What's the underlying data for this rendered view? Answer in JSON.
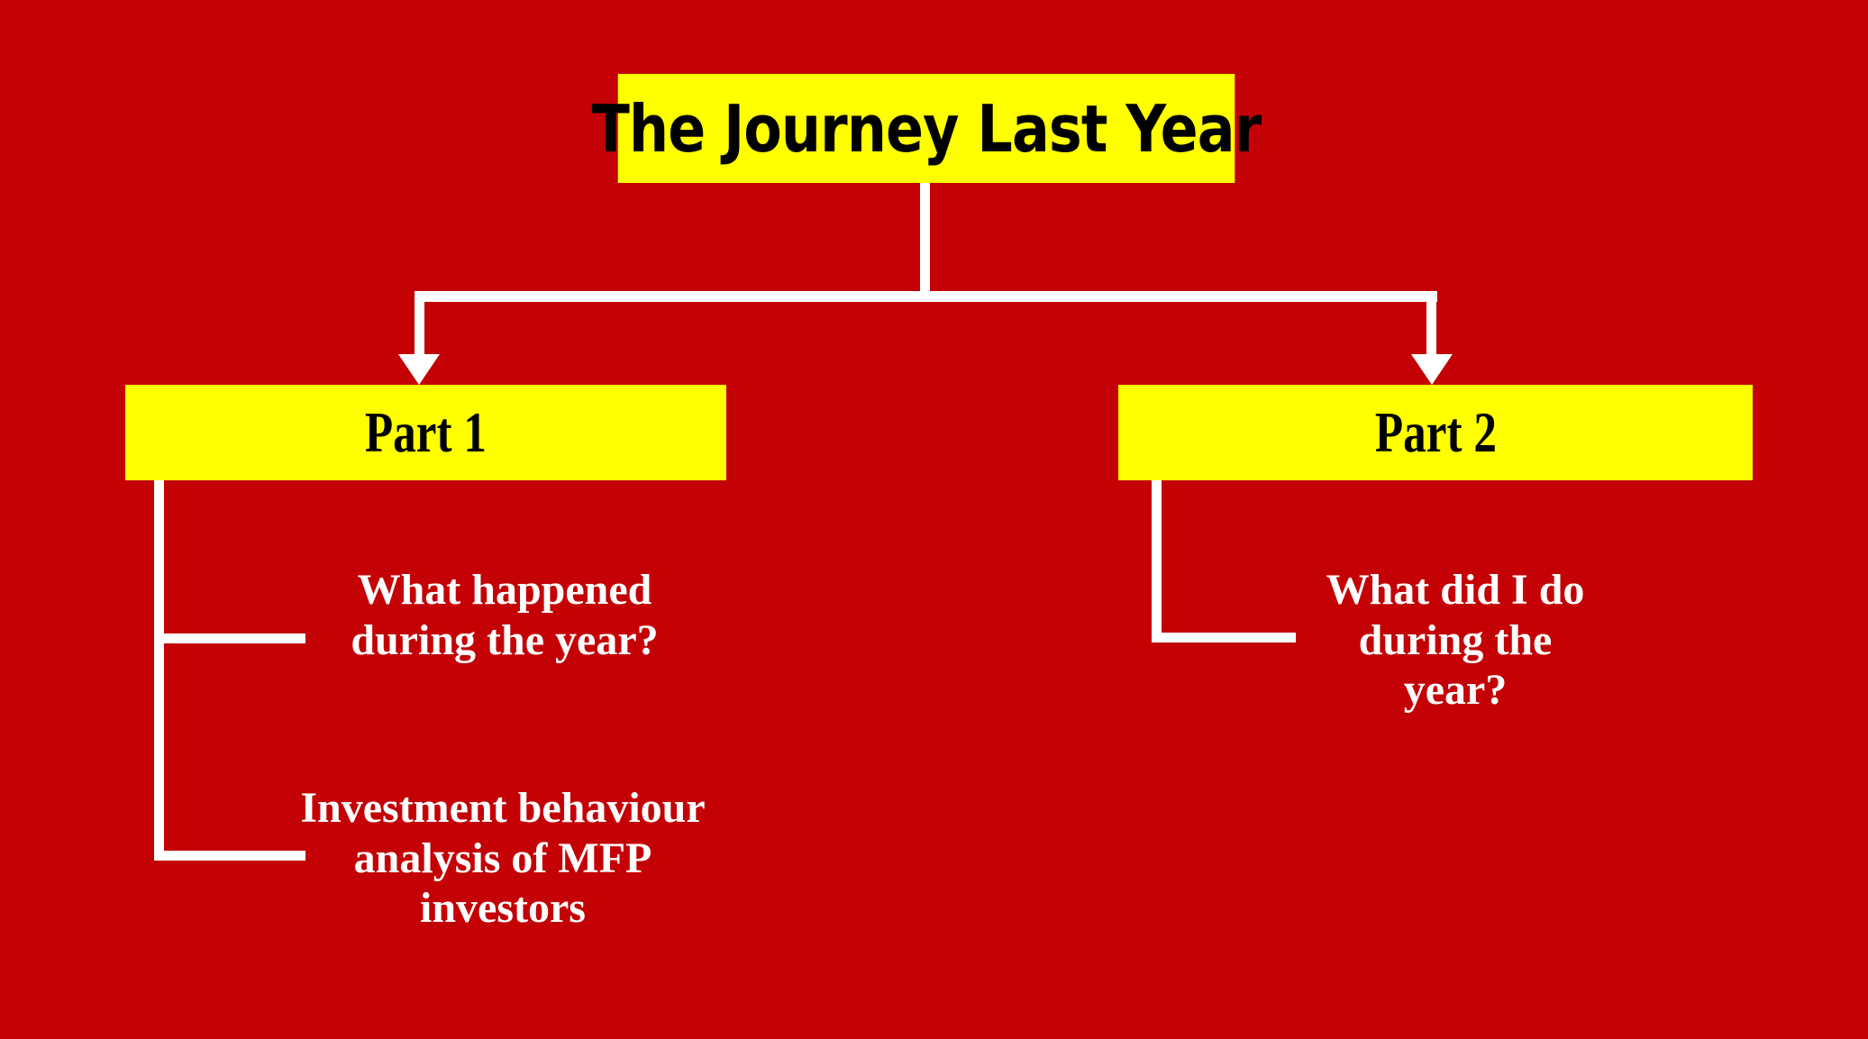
{
  "slide": {
    "background_color": "#c40205",
    "box_fill_color": "#ffff00",
    "box_text_color": "#000000",
    "connector_color": "#ffffff",
    "leaf_text_color": "#ffffff"
  },
  "title": {
    "text": "The Journey Last Year"
  },
  "branches": [
    {
      "node_label": "Part 1",
      "leaves": [
        {
          "text": "What happened\nduring the year?"
        },
        {
          "text": "Investment behaviour\nanalysis of MFP\ninvestors"
        }
      ]
    },
    {
      "node_label": "Part 2",
      "leaves": [
        {
          "text": "What did I do\nduring  the\nyear?"
        }
      ]
    }
  ]
}
